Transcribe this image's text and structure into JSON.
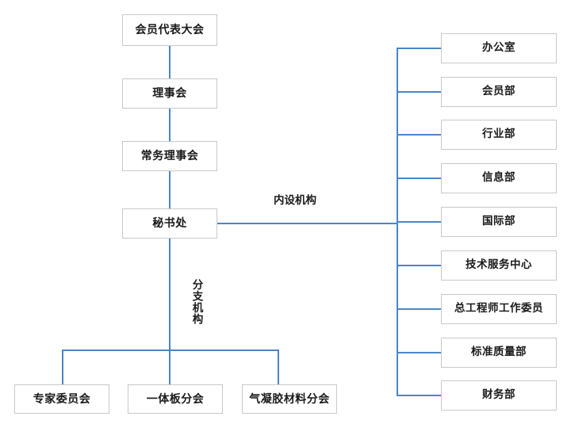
{
  "chart": {
    "type": "org-chart",
    "title": "",
    "colors": {
      "connector": "#4a86c5",
      "box_border": "#c9c9c9",
      "box_fill": "#ffffff",
      "text": "#1a1a1a"
    },
    "main_hierarchy": [
      {
        "id": "assembly",
        "label": "会员代表大会"
      },
      {
        "id": "council",
        "label": "理事会"
      },
      {
        "id": "standing",
        "label": "常务理事会"
      },
      {
        "id": "secretariat",
        "label": "秘书处"
      }
    ],
    "group_labels": {
      "internal": "内设机构",
      "branches": "分支机构"
    },
    "internal_departments": [
      {
        "id": "office",
        "label": "办公室"
      },
      {
        "id": "membership",
        "label": "会员部"
      },
      {
        "id": "industry",
        "label": "行业部"
      },
      {
        "id": "information",
        "label": "信息部"
      },
      {
        "id": "international",
        "label": "国际部"
      },
      {
        "id": "tech-service",
        "label": "技术服务中心"
      },
      {
        "id": "chief-engineer",
        "label": "总工程师工作委员"
      },
      {
        "id": "standard-quality",
        "label": "标准质量部"
      },
      {
        "id": "finance",
        "label": "财务部"
      }
    ],
    "branch_organizations": [
      {
        "id": "expert-committee",
        "label": "专家委员会"
      },
      {
        "id": "integrated-board",
        "label": "一体板分会"
      },
      {
        "id": "aerogel-material",
        "label": "气凝胶材料分会"
      }
    ]
  }
}
